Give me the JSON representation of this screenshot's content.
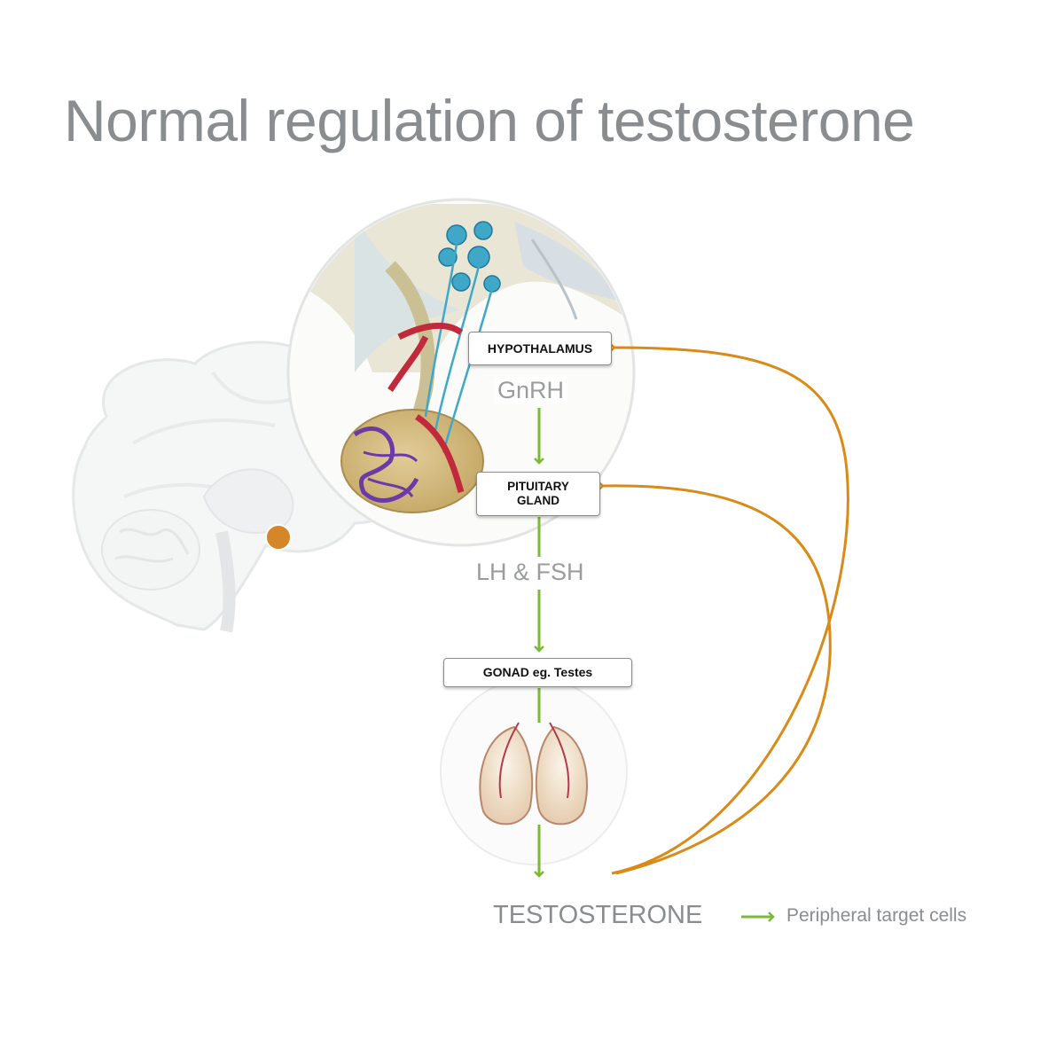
{
  "title": "Normal regulation of testosterone",
  "nodes": {
    "hypothalamus": "HYPOTHALAMUS",
    "pituitary_line1": "PITUITARY",
    "pituitary_line2": "GLAND",
    "gonad": "GONAD eg. Testes"
  },
  "hormones": {
    "gnrh": "GnRH",
    "lh_fsh": "LH & FSH",
    "testosterone": "TESTOSTERONE"
  },
  "target": "Peripheral target cells",
  "colors": {
    "flow_arrow": "#7cb83a",
    "feedback_arrow": "#d98a17",
    "pituitary_marker": "#d07a12",
    "text_gray": "#8a8d8f"
  },
  "icons": [
    "brain-outline-illustration",
    "hypothalamus-pituitary-illustration",
    "testes-illustration"
  ]
}
